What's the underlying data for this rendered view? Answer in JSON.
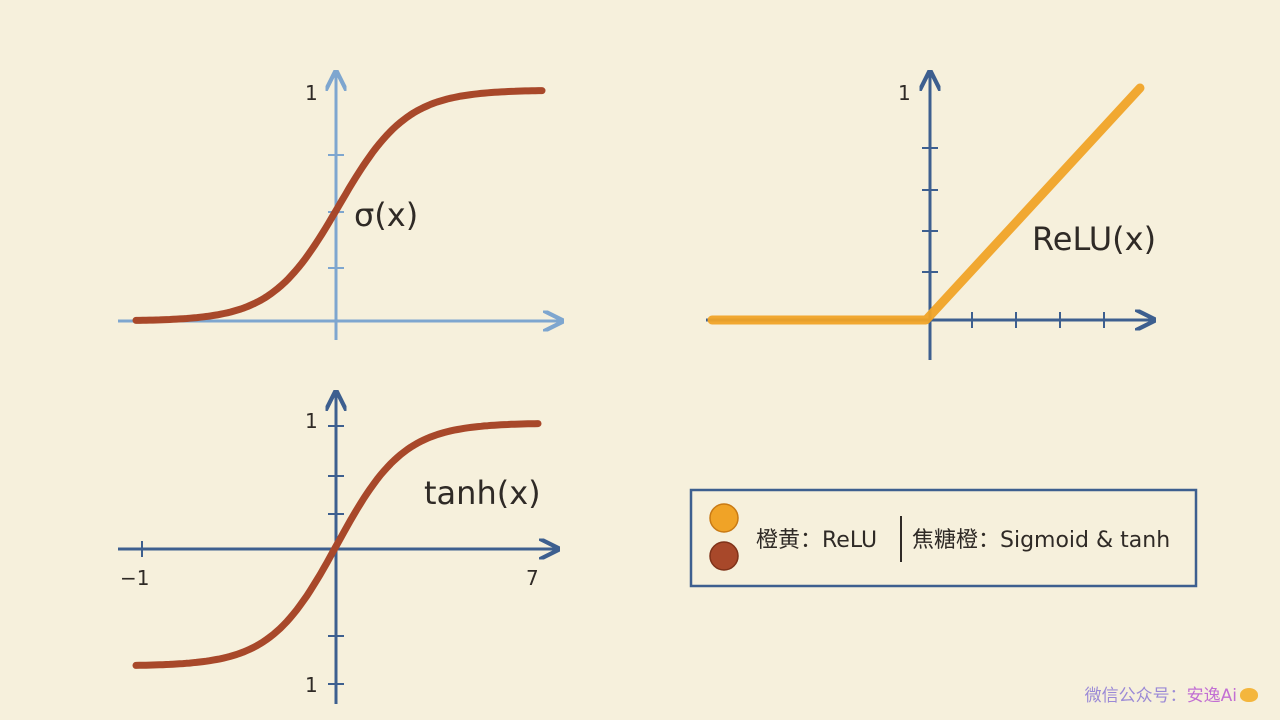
{
  "colors": {
    "background": "#f6f0dc",
    "axis_light": "#7ea6cf",
    "axis_dark": "#3d5f8f",
    "caramel": "#a8482a",
    "orange": "#f0a327",
    "text": "#2f2a26"
  },
  "chart_data": [
    {
      "id": "sigmoid",
      "type": "line",
      "function": "sigmoid",
      "label": "σ(x)",
      "y_tick_labels": [
        "1"
      ],
      "series": [
        {
          "color": "#a8482a",
          "x": [
            -6,
            -5,
            -4,
            -3,
            -2,
            -1,
            0,
            1,
            2,
            3,
            4,
            5,
            6
          ],
          "y": [
            0.0,
            0.01,
            0.02,
            0.05,
            0.12,
            0.27,
            0.5,
            0.73,
            0.88,
            0.95,
            0.98,
            0.99,
            1.0
          ]
        }
      ],
      "xlim": [
        -6,
        6
      ],
      "ylim": [
        0,
        1
      ],
      "grid": false
    },
    {
      "id": "relu",
      "type": "line",
      "function": "relu",
      "label": "ReLU(x)",
      "y_tick_labels": [
        "1"
      ],
      "series": [
        {
          "color": "#f0a327",
          "x": [
            -5,
            0,
            5
          ],
          "y": [
            0,
            0,
            5
          ]
        }
      ],
      "xlim": [
        -5,
        5
      ],
      "ylim": [
        0,
        5
      ],
      "grid": false
    },
    {
      "id": "tanh",
      "type": "line",
      "function": "tanh",
      "label": "tanh(x)",
      "x_tick_labels": [
        "−1",
        "7"
      ],
      "y_tick_labels": [
        "1",
        "1"
      ],
      "series": [
        {
          "color": "#a8482a",
          "x": [
            -3,
            -2.5,
            -2,
            -1.5,
            -1,
            -0.5,
            0,
            0.5,
            1,
            1.5,
            2,
            2.5,
            3
          ],
          "y": [
            -0.995,
            -0.987,
            -0.964,
            -0.905,
            -0.762,
            -0.462,
            0,
            0.462,
            0.762,
            0.905,
            0.964,
            0.987,
            0.995
          ]
        }
      ],
      "xlim": [
        -3,
        3
      ],
      "ylim": [
        -1,
        1
      ],
      "grid": false
    }
  ],
  "legend": {
    "items": [
      {
        "color": "#f0a327",
        "text": "橙黄：ReLU"
      },
      {
        "color": "#a8482a",
        "text": "焦糖橙：Sigmoid & tanh"
      }
    ]
  },
  "watermark": {
    "prefix": "微信公众号：",
    "name": "安逸Ai"
  }
}
